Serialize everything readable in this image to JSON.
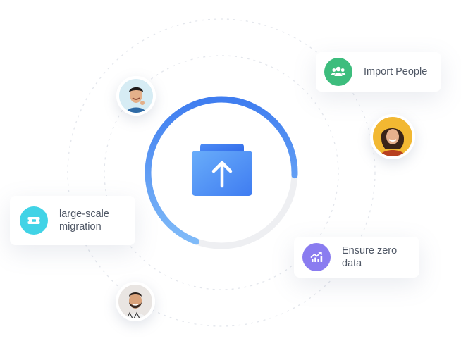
{
  "cards": {
    "import_people": {
      "label": "Import People",
      "icon": "people-group-icon",
      "color": "#3dbd7d"
    },
    "migration": {
      "label": "large-scale\nmigration",
      "icon": "ticket-icon",
      "color": "#41d3e6"
    },
    "ensure_zero": {
      "label": "Ensure zero\ndata",
      "icon": "trend-chart-icon",
      "color": "#8a7cf0"
    }
  },
  "progress": {
    "value": 0.7,
    "color_start": "#3f7df0",
    "color_end": "#7fbaf8",
    "track_color": "#eeeff2"
  },
  "center_icon": "folder-upload-icon",
  "avatars": [
    {
      "name": "avatar-smiling-man",
      "bg": "#d6ecf4"
    },
    {
      "name": "avatar-curly-woman",
      "bg": "#f2b832"
    },
    {
      "name": "avatar-bearded-man",
      "bg": "#e9e5e2"
    }
  ]
}
